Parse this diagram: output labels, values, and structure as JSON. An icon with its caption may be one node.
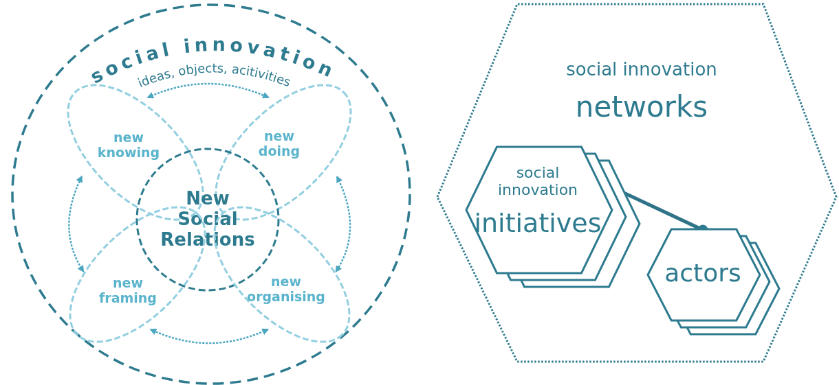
{
  "diagram": {
    "nodes": [
      {
        "text": [
          "social innovation",
          "ideas, objects, acitivities"
        ]
      },
      {
        "text": [
          "new knowing"
        ],
        "in": 0
      },
      {
        "text": [
          "new doing"
        ],
        "in": 0
      },
      {
        "text": [
          "New Social Relations"
        ],
        "in": 0
      },
      {
        "text": [
          "new framing"
        ],
        "in": 0
      },
      {
        "text": [
          "new organising"
        ],
        "in": 0
      },
      {
        "text": [
          "social innovation",
          "networks"
        ]
      },
      {
        "text": [
          "social innovation",
          "initiatives"
        ],
        "in": 6
      },
      {
        "text": [
          "actors"
        ],
        "in": 6
      }
    ],
    "edges": [
      {
        "from": 1,
        "to": 2,
        "arrow": "both",
        "style": "dashed"
      },
      {
        "from": 2,
        "to": 5,
        "arrow": "both",
        "style": "dashed"
      },
      {
        "from": 5,
        "to": 4,
        "arrow": "both",
        "style": "dashed"
      },
      {
        "from": 4,
        "to": 1,
        "arrow": "both",
        "style": "dashed"
      },
      {
        "from": 7,
        "to": 8,
        "arrow": "other",
        "style": "thick",
        "color": "#2e7387"
      }
    ]
  }
}
